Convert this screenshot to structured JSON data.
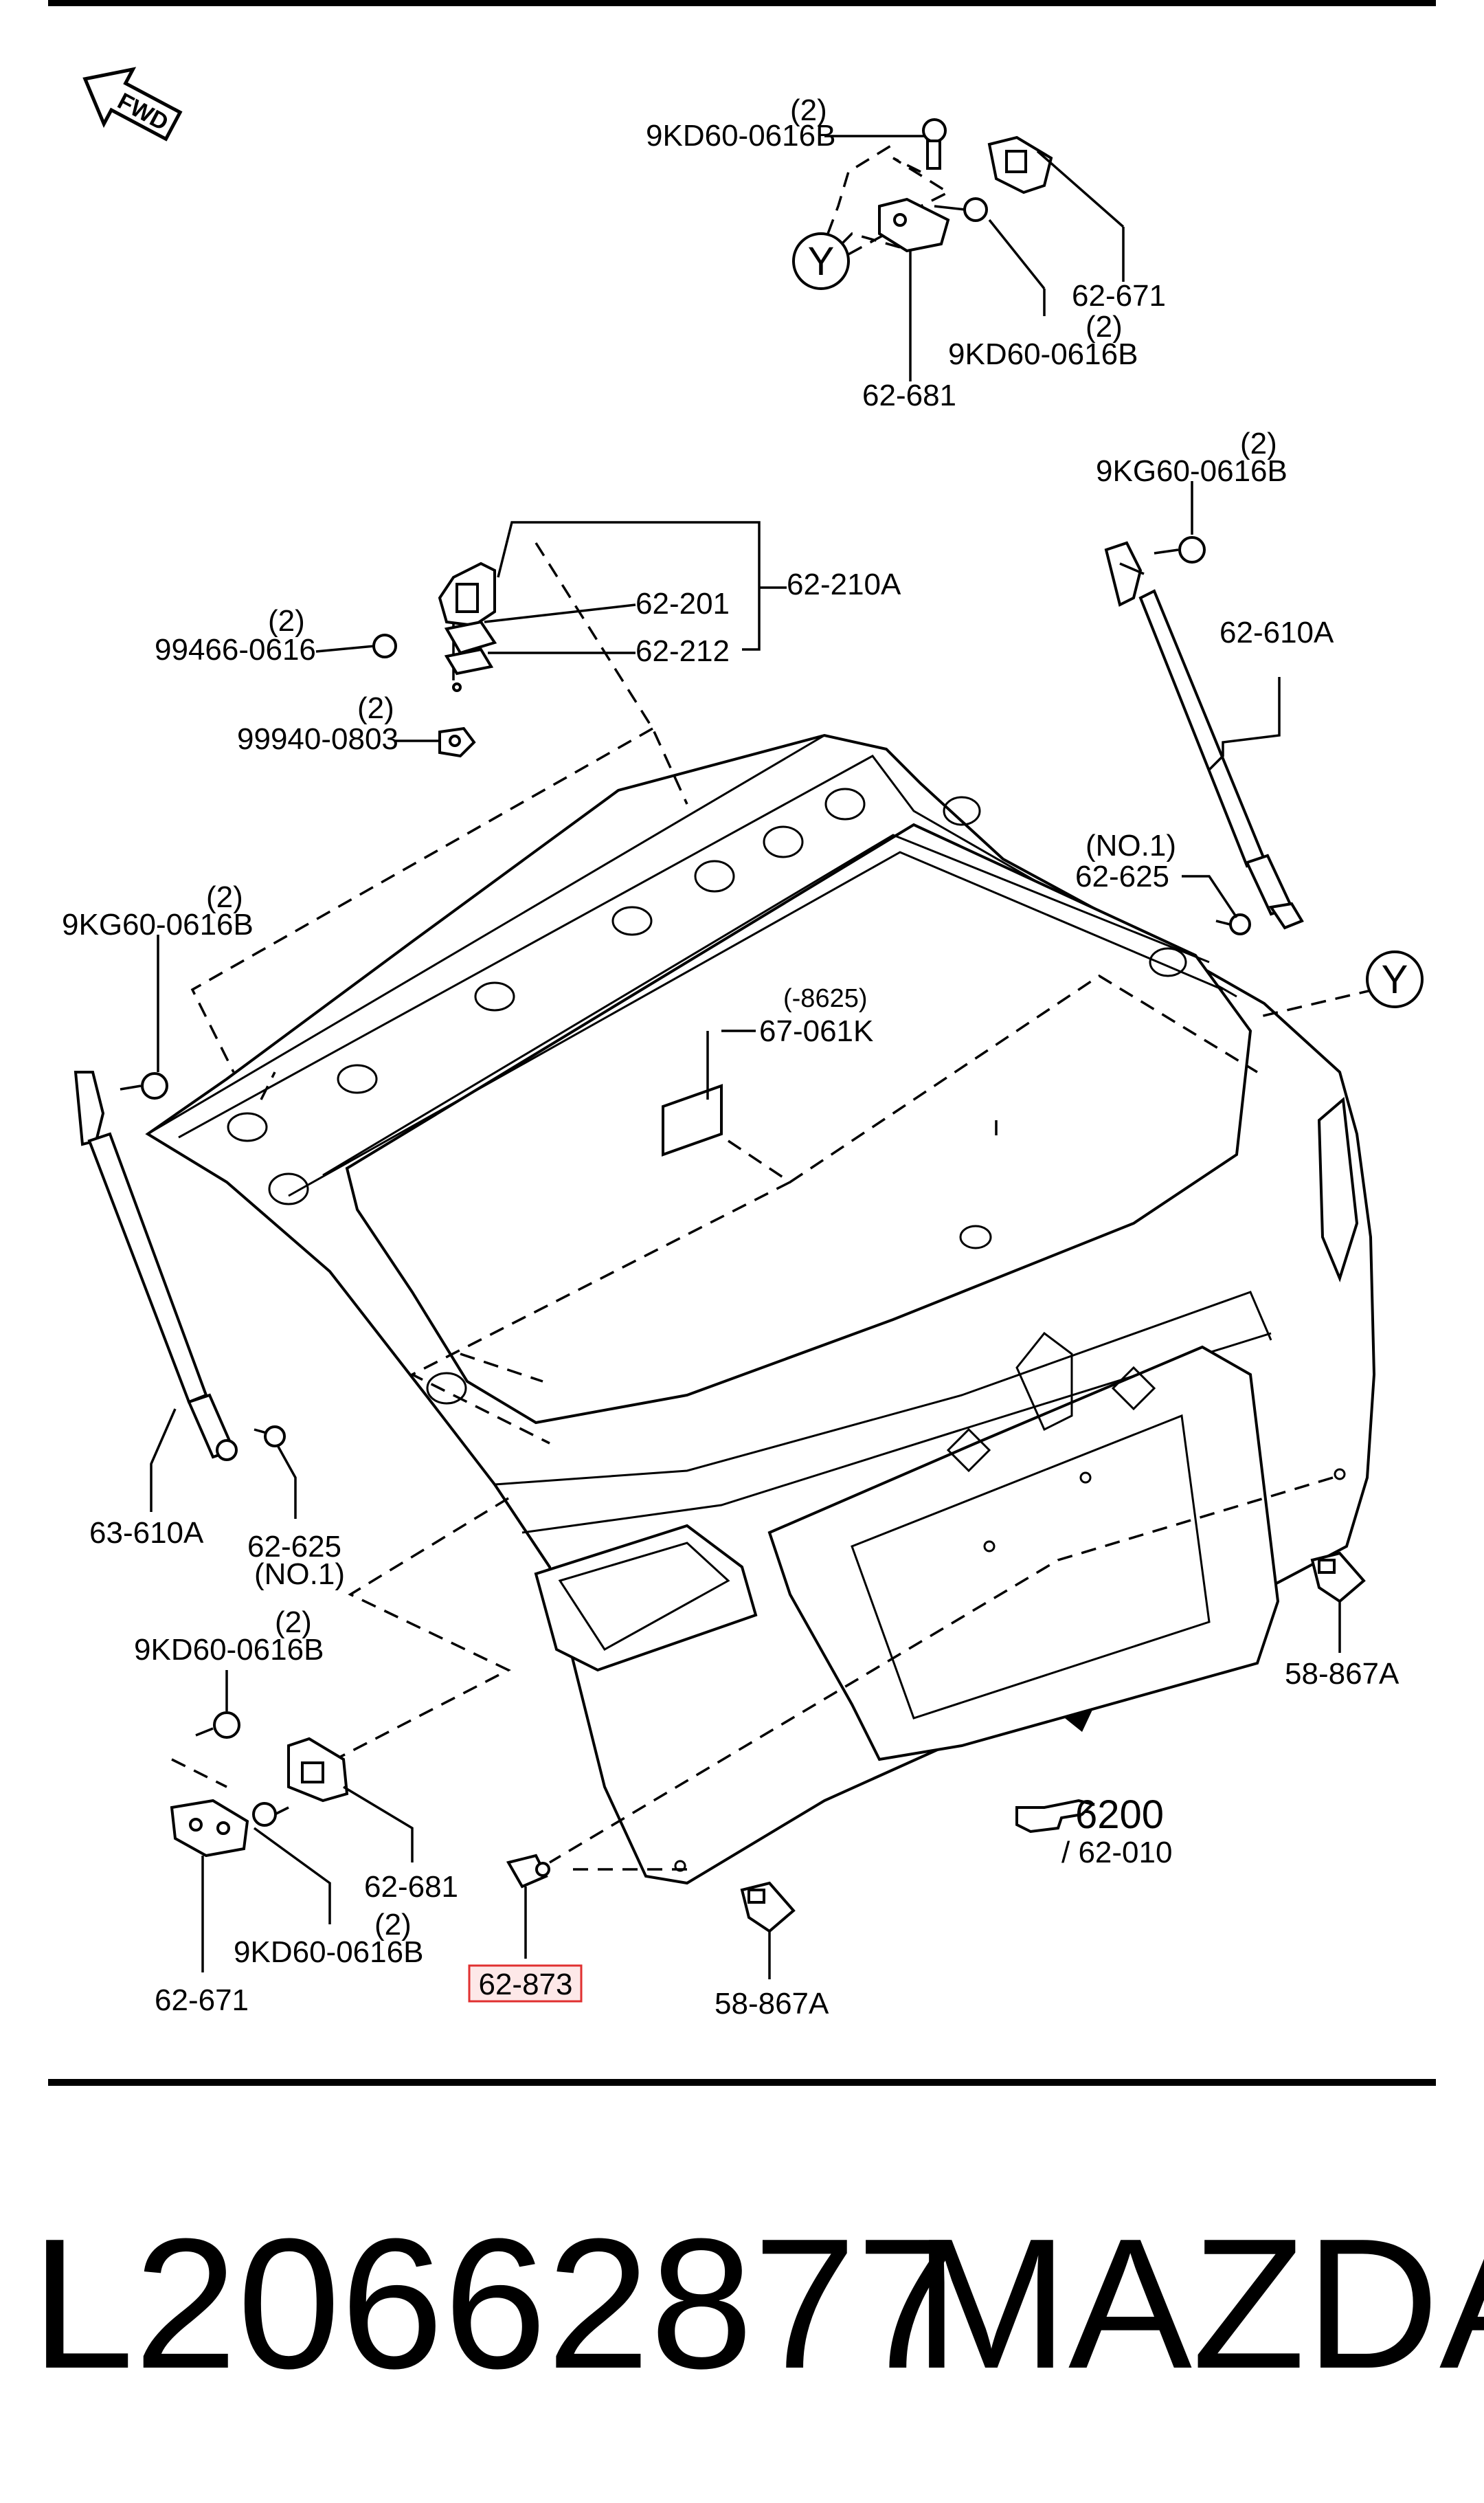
{
  "diagram": {
    "fwd_label": "FWD",
    "ref_marker": "Y",
    "labels": {
      "top_bolt_qty": "(2)",
      "top_bolt": "9KD60-0616B",
      "hinge_r": "62-671",
      "hinge_r_bolt_qty": "(2)",
      "hinge_r_bolt": "9KD60-0616B",
      "plate_r": "62-681",
      "strut_bolt_r_qty": "(2)",
      "strut_bolt_r": "9KG60-0616B",
      "hinge_assy": "62-210A",
      "hinge_upper": "62-201",
      "hinge_shim": "62-212",
      "bolt_99466_qty": "(2)",
      "bolt_99466": "99466-0616",
      "nut_99940_qty": "(2)",
      "nut_99940": "99940-0803",
      "strut_r": "62-610A",
      "stud_r_no": "(NO.1)",
      "stud_r": "62-625",
      "sticker_range": "(-8625)",
      "sticker": "67-061K",
      "strut_bolt_l_qty": "(2)",
      "strut_bolt_l": "9KG60-0616B",
      "strut_l": "63-610A",
      "stud_l": "62-625",
      "stud_l_no": "(NO.1)",
      "bumper_r": "58-867A",
      "bolt_l_qty": "(2)",
      "bolt_l": "9KD60-0616B",
      "ref_page": "6200",
      "ref_sub": "/ 62-010",
      "plate_l": "62-681",
      "bolt_l2_qty": "(2)",
      "bolt_l2": "9KD60-0616B",
      "hinge_l": "62-671",
      "highlight_part": "62-873",
      "bumper_l": "58-867A"
    }
  },
  "footer": {
    "part_number": "L20662877",
    "brand": "MAZDA"
  },
  "colors": {
    "highlight": "#e03030",
    "line": "#000000",
    "background": "#ffffff"
  }
}
